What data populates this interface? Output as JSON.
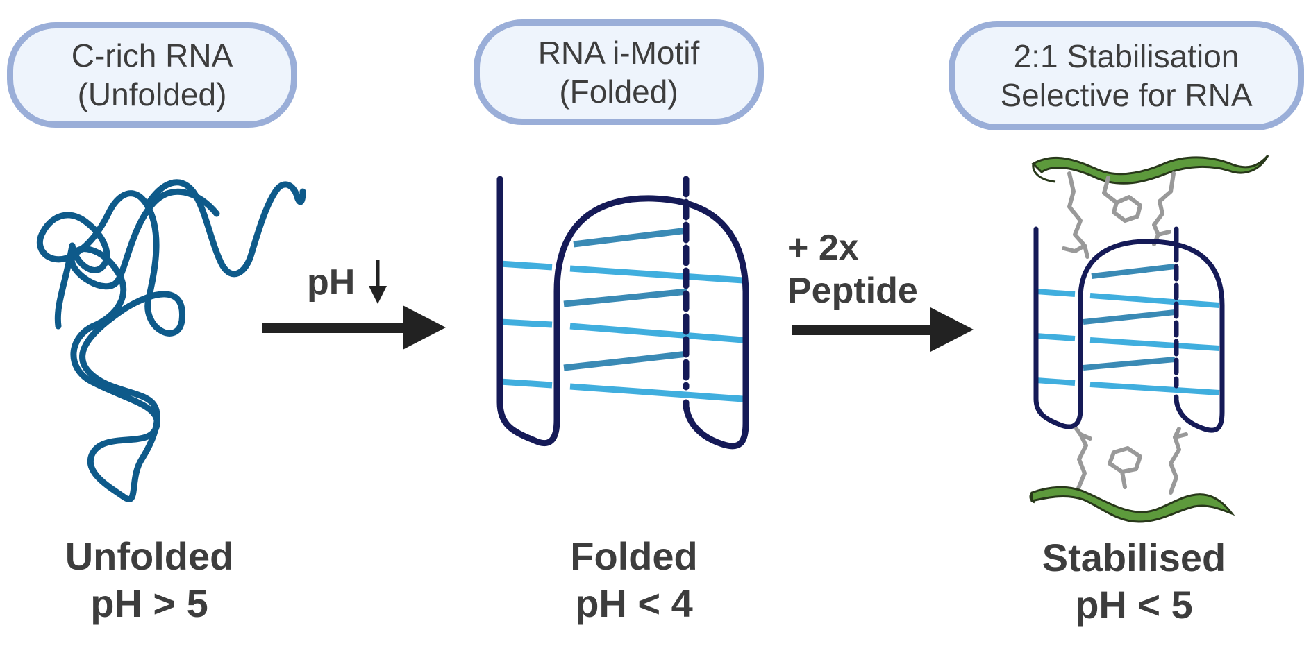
{
  "headers": {
    "unfolded": {
      "line1": "C-rich RNA",
      "line2": "(Unfolded)"
    },
    "folded": {
      "line1": "RNA i-Motif",
      "line2": "(Folded)"
    },
    "stabilised": {
      "line1": "2:1 Stabilisation",
      "line2": "Selective for RNA"
    }
  },
  "arrows": {
    "ph_drop": {
      "text": "pH"
    },
    "peptide": {
      "line1": "+ 2x",
      "line2": "Peptide"
    }
  },
  "states": {
    "unfolded": {
      "line1": "Unfolded",
      "line2": "pH > 5"
    },
    "folded": {
      "line1": "Folded",
      "line2": "pH < 4"
    },
    "stabilised": {
      "line1": "Stabilised",
      "line2": "pH < 5"
    }
  },
  "colors": {
    "pill_border": "#9aaed8",
    "pill_fill": "#eef4fc",
    "text": "#3d3d3d",
    "rna_strand": "#0e5a8a",
    "backbone": "#151a57",
    "base_pair_light": "#40aede",
    "base_pair_dark": "#3a8ab5",
    "arrow": "#222222",
    "peptide_ribbon": "#5d9a3c",
    "side_chain": "#999999"
  },
  "icons": {
    "down_arrow": "down-arrow-icon",
    "right_arrow": "right-arrow-icon"
  }
}
